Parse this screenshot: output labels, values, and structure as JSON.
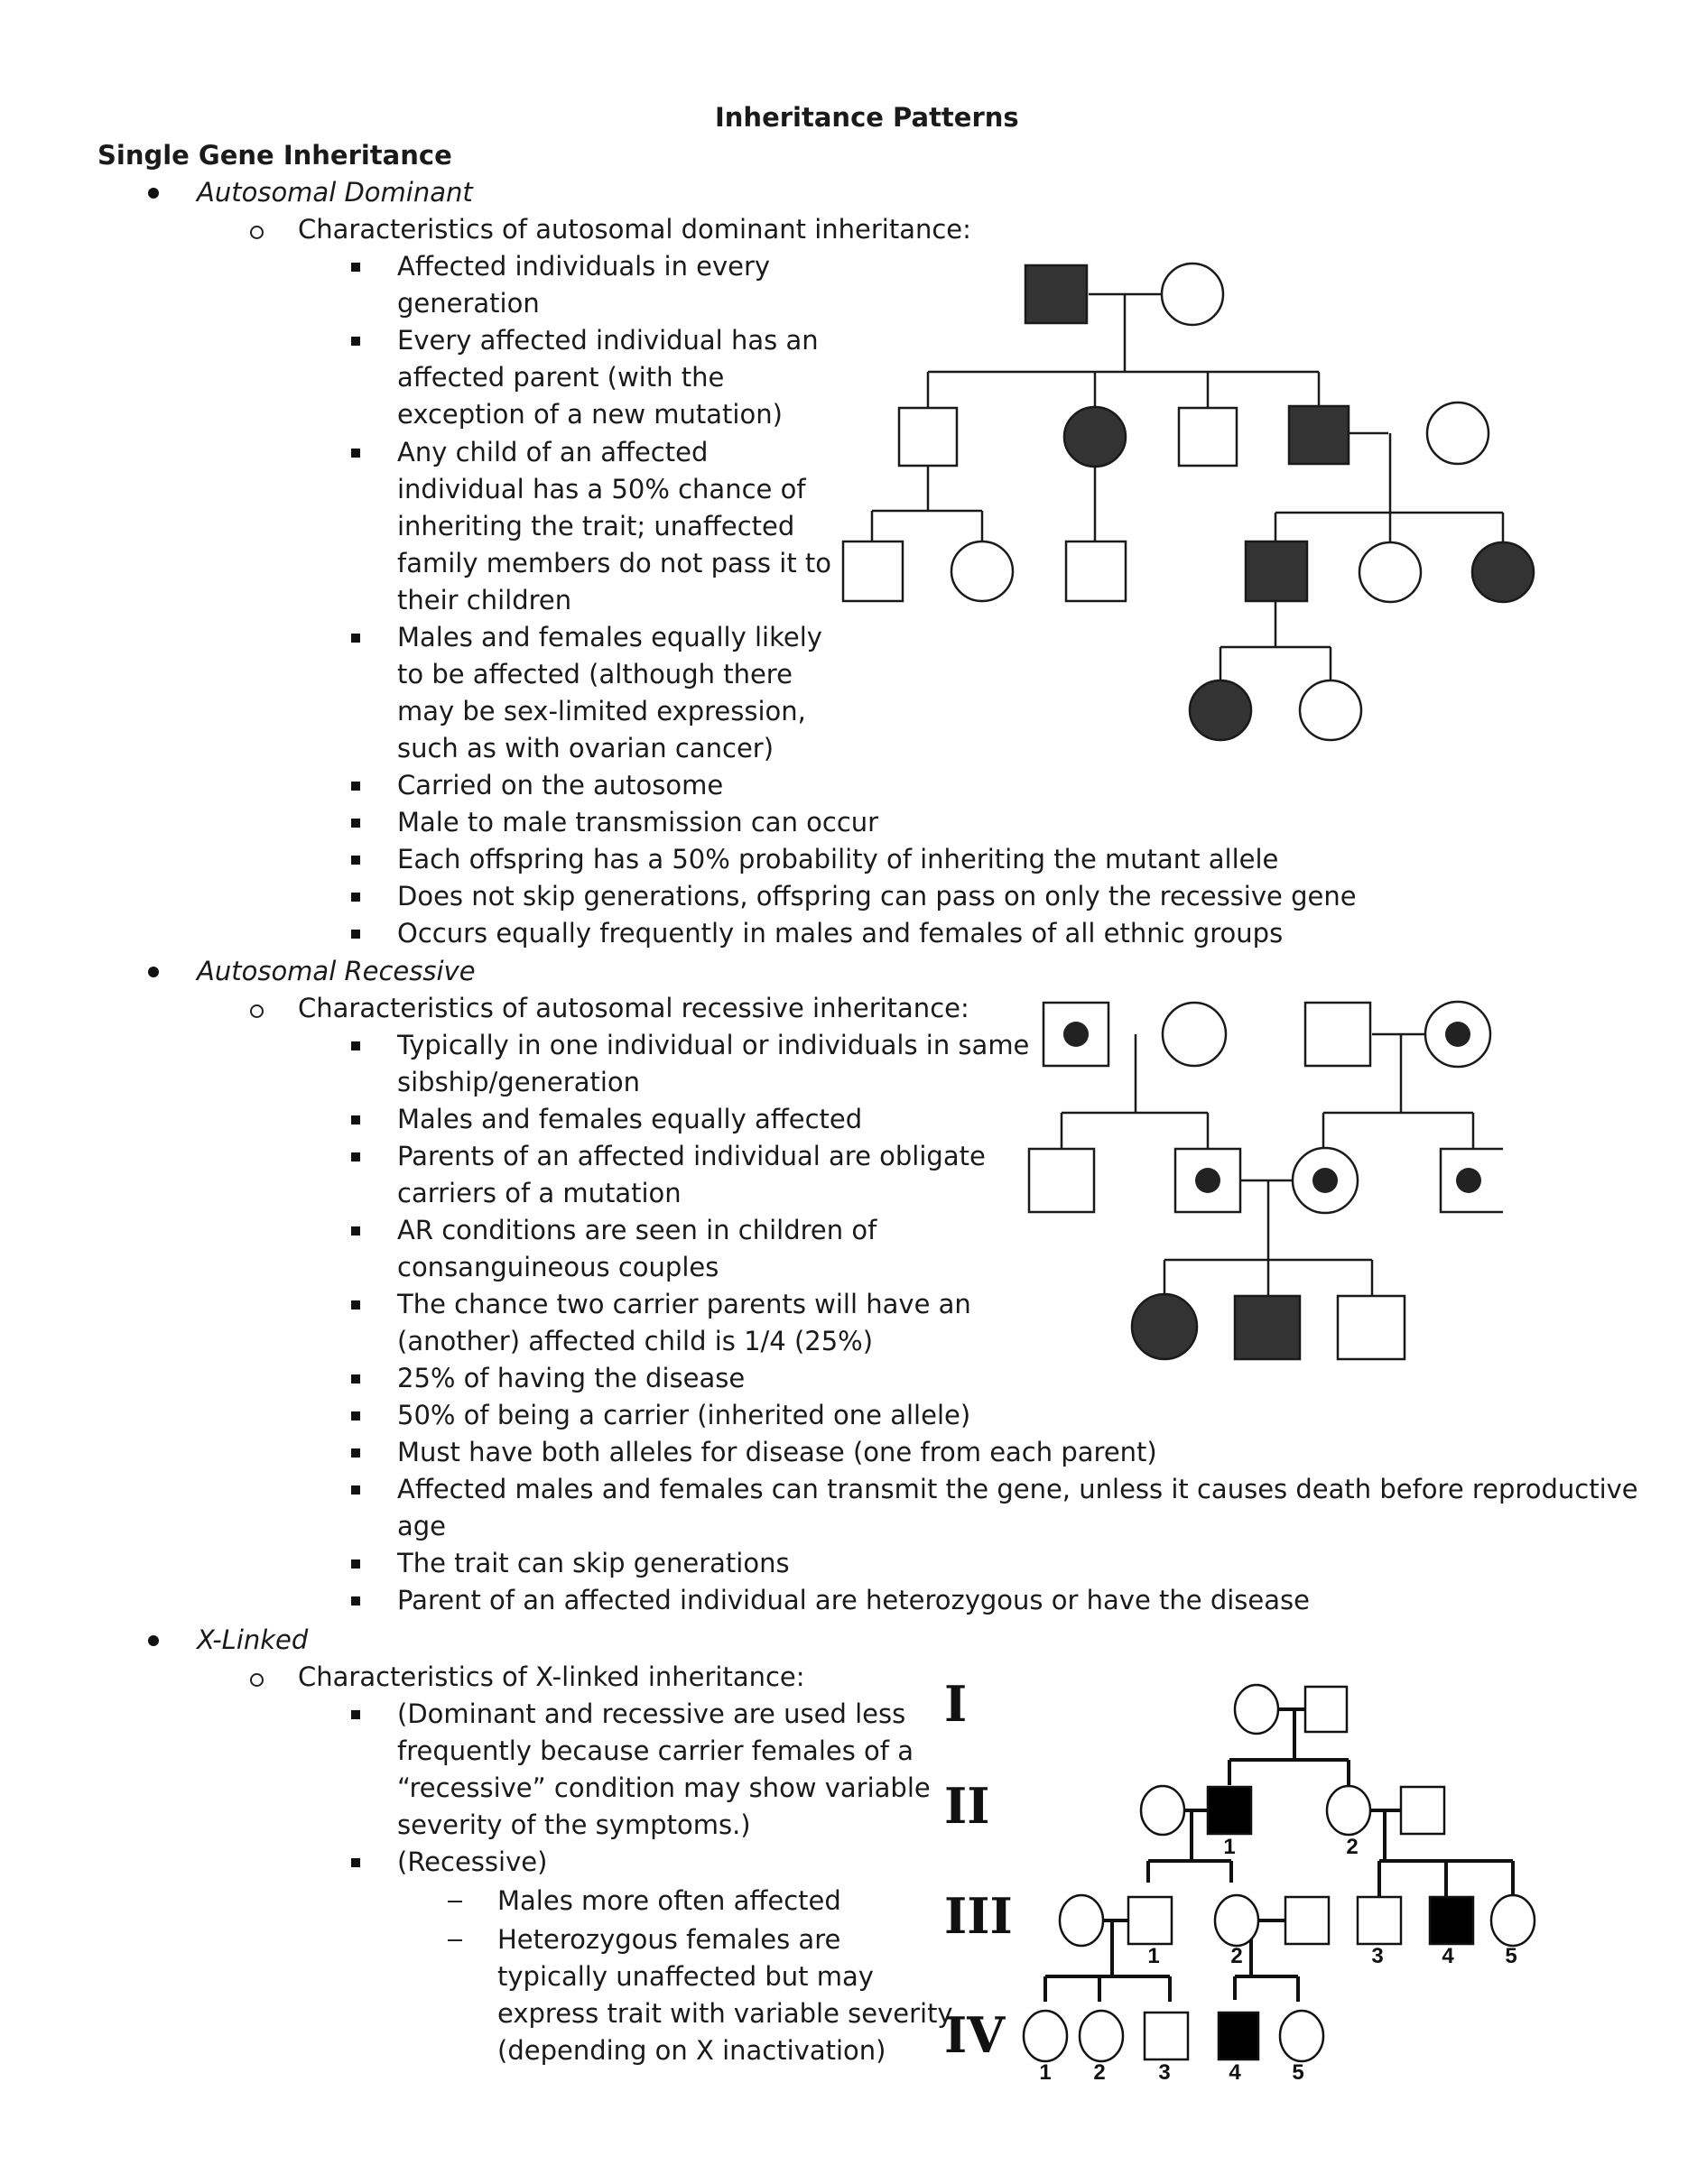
{
  "title": "Inheritance Patterns",
  "section_heading": "Single Gene Inheritance",
  "autosomal_dominant": {
    "topic": "Autosomal Dominant",
    "subheading": "Characteristics of autosomal dominant inheritance:",
    "lines": [
      "Affected individuals in every",
      "generation",
      "Every affected individual has an",
      "affected parent (with the",
      "exception of a new mutation)",
      "Any child of an affected",
      "individual has a 50% chance of",
      "inheriting the trait; unaffected",
      "family members do not pass it to",
      "their children",
      "Males and females equally likely",
      "to be affected (although there",
      "may be sex-limited expression,",
      "such as with ovarian cancer)",
      "Carried on the autosome",
      "Male to male transmission can occur",
      "Each offspring has a 50% probability of inheriting the mutant allele",
      "Does not skip generations, offspring can pass on only the recessive gene",
      "Occurs equally frequently in males and females of all ethnic groups"
    ]
  },
  "autosomal_recessive": {
    "topic": "Autosomal Recessive",
    "subheading": "Characteristics of autosomal recessive inheritance:",
    "lines": [
      "Typically in one individual or individuals in same",
      "sibship/generation",
      "Males and females equally affected",
      "Parents of an affected individual are obligate",
      "carriers of a mutation",
      "AR conditions are seen in children of",
      "consanguineous couples",
      "The chance two carrier parents will have an",
      "(another) affected child is 1/4 (25%)",
      "25% of having the disease",
      "50% of being a carrier  (inherited one allele)",
      "Must have both alleles for disease (one from each parent)",
      "Affected males and females can transmit the gene, unless it causes death before reproductive",
      "age",
      "The trait can skip generations",
      "Parent of an affected individual are heterozygous or have the disease"
    ]
  },
  "x_linked": {
    "topic": "X-Linked",
    "subheading": "Characteristics of X-linked inheritance:",
    "lines": [
      "(Dominant and recessive are used less",
      "frequently because carrier females of a",
      "“recessive” condition may show variable",
      "severity of the symptoms.)",
      "(Recessive)",
      "Males more often affected",
      "Heterozygous females are",
      "typically unaffected but may",
      "express trait with variable severity",
      "(depending on X inactivation)"
    ]
  },
  "x_pedigree": {
    "generations": [
      "I",
      "II",
      "III",
      "IV"
    ],
    "gen2_numbers": [
      "1",
      "2"
    ],
    "gen3_numbers": [
      "1",
      "2",
      "3",
      "4",
      "5"
    ],
    "gen4_numbers": [
      "1",
      "2",
      "3",
      "4",
      "5"
    ]
  },
  "colors": {
    "text": "#1a1a1a",
    "affected_fill_gray": "#333333",
    "affected_fill_black": "#000000"
  }
}
